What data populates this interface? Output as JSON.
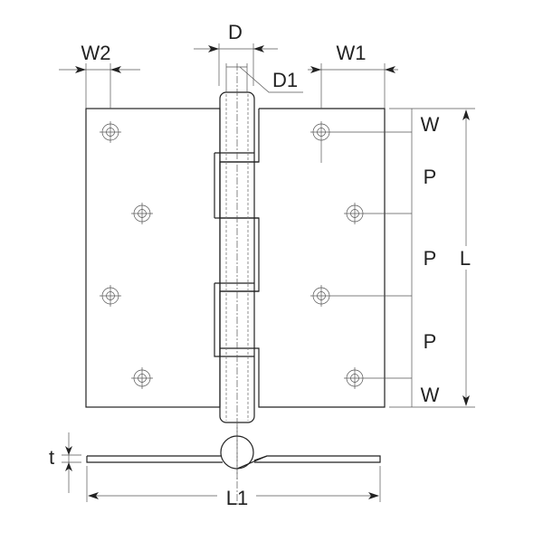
{
  "title": "Hinge dimension diagram",
  "labels": {
    "D": "D",
    "D1": "D1",
    "W1": "W1",
    "W2": "W2",
    "W_top": "W",
    "P1": "P",
    "P2": "P",
    "P3": "P",
    "W_bottom": "W",
    "L": "L",
    "L1": "L1",
    "t": "t"
  },
  "colors": {
    "line": "#222222",
    "background": "#ffffff"
  }
}
